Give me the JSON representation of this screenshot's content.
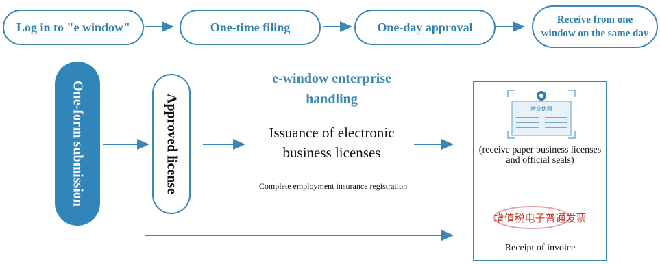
{
  "steps": [
    {
      "label": "Log in to \"e window\""
    },
    {
      "label": "One-time filing"
    },
    {
      "label": "One-day approval"
    },
    {
      "label": "Receive from one window on the same day"
    }
  ],
  "left_pill": {
    "label": "One-form submission"
  },
  "license_pill": {
    "label": "Approved license"
  },
  "enterprise_heading": "e-window enterprise handling",
  "issuance_text": "Issuance of electronic business licenses",
  "employment_text": "Complete employment insurance registration",
  "right_panel": {
    "license_card_title": "营业执照",
    "paper_note": "(receive paper business licenses and official seals)",
    "invoice_stamp": "增值税电子普通发票",
    "invoice_caption": "Receipt of invoice"
  },
  "colors": {
    "accent": "#3a86b4",
    "pill_fill": "#3185b9",
    "stamp_red": "#c0392b"
  }
}
